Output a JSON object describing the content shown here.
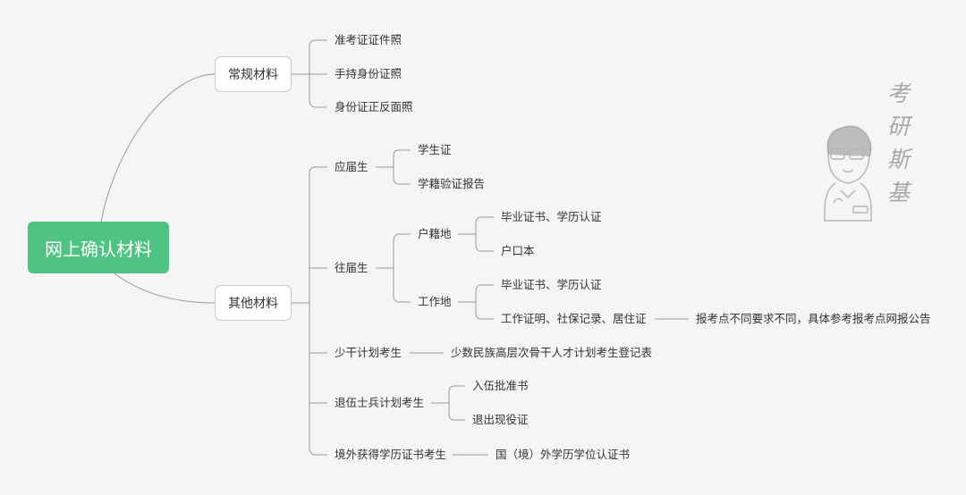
{
  "root": "网上确认材料",
  "branch_regular": {
    "label": "常规材料",
    "items": [
      "准考证证件照",
      "手持身份证照",
      "身份证正反面照"
    ]
  },
  "branch_other": {
    "label": "其他材料",
    "fresh": {
      "label": "应届生",
      "items": [
        "学生证",
        "学籍验证报告"
      ]
    },
    "past": {
      "label": "往届生",
      "hukou": {
        "label": "户籍地",
        "items": [
          "毕业证书、学历认证",
          "户口本"
        ]
      },
      "work": {
        "label": "工作地",
        "items": [
          "毕业证书、学历认证",
          "工作证明、社保记录、居住证"
        ],
        "note": "报考点不同要求不同，具体参考报考点网报公告"
      }
    },
    "minority": {
      "label": "少干计划考生",
      "item": "少数民族高层次骨干人才计划考生登记表"
    },
    "veteran": {
      "label": "退伍士兵计划考生",
      "items": [
        "入伍批准书",
        "退出现役证"
      ]
    },
    "abroad": {
      "label": "境外获得学历证书考生",
      "item": "国（境）外学历学位认证书"
    }
  },
  "watermark": {
    "chars": [
      "考",
      "研",
      "斯",
      "基"
    ]
  }
}
